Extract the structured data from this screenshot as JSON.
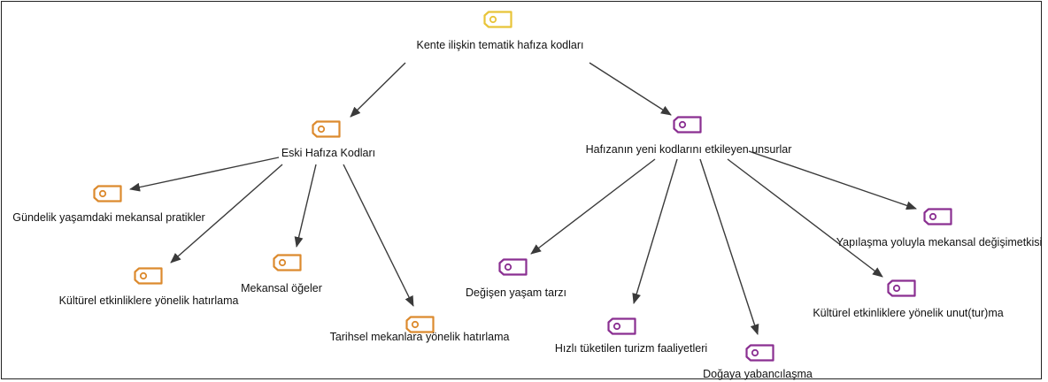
{
  "colors": {
    "root": "#E8C438",
    "old": "#DC8A2E",
    "new": "#8A2F91",
    "edge": "#3a3a3a"
  },
  "nodes": [
    {
      "id": "root",
      "label": "Kente ilişkin tematik hafıza kodları",
      "group": "root",
      "icon": "code-tag-icon"
    },
    {
      "id": "old",
      "label": "Eski Hafıza Kodları",
      "group": "old",
      "icon": "code-tag-icon"
    },
    {
      "id": "new",
      "label": "Hafızanın yeni kodlarını etkileyen unsurlar",
      "group": "new",
      "icon": "code-tag-icon"
    },
    {
      "id": "o1",
      "label": "Gündelik yaşamdaki mekansal pratikler",
      "group": "old",
      "icon": "code-tag-icon"
    },
    {
      "id": "o2",
      "label": "Kültürel etkinliklere yönelik hatırlama",
      "group": "old",
      "icon": "code-tag-icon"
    },
    {
      "id": "o3",
      "label": "Mekansal öğeler",
      "group": "old",
      "icon": "code-tag-icon"
    },
    {
      "id": "o4",
      "label": "Tarihsel mekanlara yönelik hatırlama",
      "group": "old",
      "icon": "code-tag-icon"
    },
    {
      "id": "n1",
      "label": "Değişen yaşam tarzı",
      "group": "new",
      "icon": "code-tag-icon"
    },
    {
      "id": "n2",
      "label": "Hızlı tüketilen turizm faaliyetleri",
      "group": "new",
      "icon": "code-tag-icon"
    },
    {
      "id": "n3",
      "label": "Doğaya yabancılaşma",
      "group": "new",
      "icon": "code-tag-icon"
    },
    {
      "id": "n4",
      "label": "Kültürel etkinliklere yönelik unut(tur)ma",
      "group": "new",
      "icon": "code-tag-icon"
    },
    {
      "id": "n5",
      "label": "Yapılaşma yoluyla mekansal değişimetkisi",
      "group": "new",
      "icon": "code-tag-icon"
    }
  ],
  "edges": [
    {
      "from": "root",
      "to": "old"
    },
    {
      "from": "root",
      "to": "new"
    },
    {
      "from": "old",
      "to": "o1"
    },
    {
      "from": "old",
      "to": "o2"
    },
    {
      "from": "old",
      "to": "o3"
    },
    {
      "from": "old",
      "to": "o4"
    },
    {
      "from": "new",
      "to": "n1"
    },
    {
      "from": "new",
      "to": "n2"
    },
    {
      "from": "new",
      "to": "n3"
    },
    {
      "from": "new",
      "to": "n4"
    },
    {
      "from": "new",
      "to": "n5"
    }
  ]
}
